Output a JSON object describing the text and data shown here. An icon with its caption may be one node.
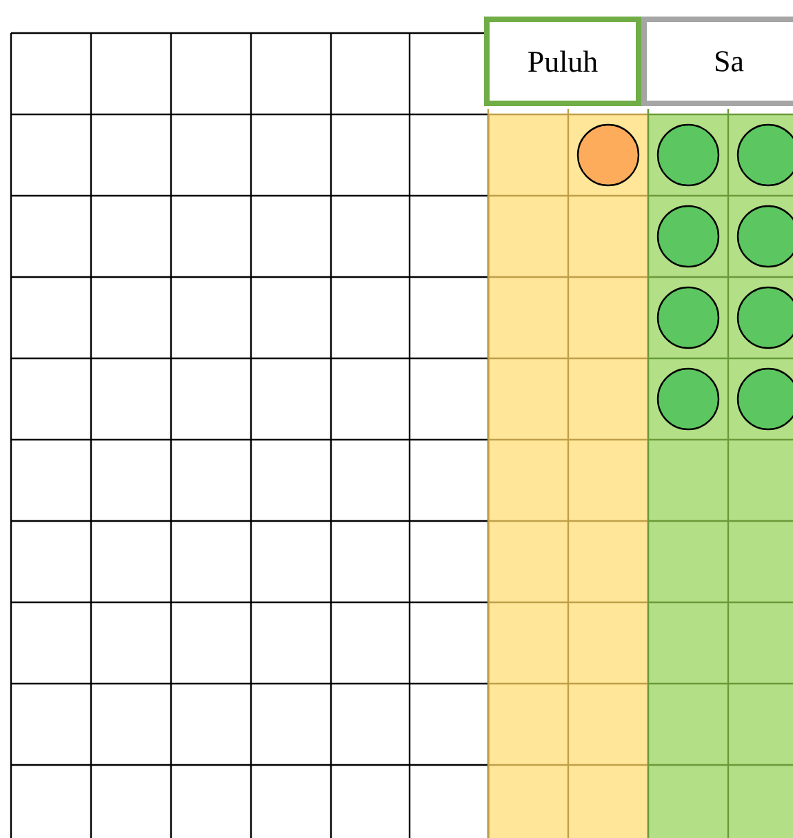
{
  "diagram": {
    "nodes": [
      {
        "text": [
          "Puluh"
        ]
      },
      {
        "text": [
          "Sa"
        ]
      },
      {
        "text": [],
        "shape": "circle"
      },
      {
        "text": [],
        "shape": "circle"
      },
      {
        "text": [],
        "shape": "circle"
      },
      {
        "text": [],
        "shape": "circle"
      },
      {
        "text": [],
        "shape": "circle"
      },
      {
        "text": [],
        "shape": "circle"
      },
      {
        "text": [],
        "shape": "circle"
      },
      {
        "text": [],
        "shape": "circle"
      },
      {
        "text": [],
        "shape": "circle"
      }
    ]
  }
}
